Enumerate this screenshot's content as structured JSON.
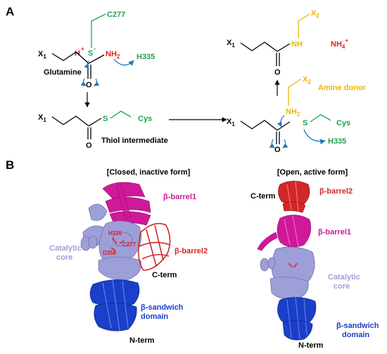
{
  "panel_a": {
    "label": "A",
    "glutamine": {
      "c277": "C277",
      "s": "S",
      "s_charge": "-",
      "h": "H",
      "h_charge": "+",
      "nh": "NH",
      "nh_sub": "2",
      "h335": "H335",
      "x": "X",
      "x_sub": "1",
      "o": "O",
      "name": "Glutamine"
    },
    "thiol": {
      "x": "X",
      "x_sub": "1",
      "s": "S",
      "cys": "Cys",
      "o": "O",
      "name": "Thiol intermediate"
    },
    "product": {
      "x": "X",
      "x_sub": "1",
      "x2": "X",
      "x2_sub": "2",
      "nh": "NH",
      "o": "O",
      "nh4": "NH",
      "nh4_sub": "4",
      "nh4_charge": "+"
    },
    "intermediate2": {
      "x": "X",
      "x_sub": "1",
      "x2": "X",
      "x2_sub": "2",
      "amine_donor": "Amine donor",
      "nh": "NH",
      "nh_sub": "2",
      "s": "S",
      "cys": "Cys",
      "o": "O",
      "h335": "H335"
    }
  },
  "panel_b": {
    "label": "B",
    "closed": {
      "title": "[Closed, inactive form]",
      "beta_barrel1": "β-barrel1",
      "beta_barrel2": "β-barrel2",
      "catalytic": "Catalytic",
      "core": "core",
      "h335": "H335",
      "c277": "C277",
      "d358": "D358",
      "c_term": "C-term",
      "sandwich": "β-sandwich",
      "domain": "domain",
      "n_term": "N-term"
    },
    "open": {
      "title": "[Open, active form]",
      "c_term": "C-term",
      "beta_barrel2": "β-barrel2",
      "beta_barrel1": "β-barrel1",
      "catalytic": "Catalytic",
      "core": "core",
      "sandwich": "β-sandwich",
      "domain": "domain",
      "n_term": "N-term"
    }
  },
  "colors": {
    "green": "#20a050",
    "red": "#e02020",
    "blue_arrow": "#1f78b4",
    "orange": "#f0b400",
    "magenta": "#d0189a",
    "dark_red": "#d02828",
    "lavender": "#9e9ed8",
    "blue": "#1a3fc8"
  }
}
